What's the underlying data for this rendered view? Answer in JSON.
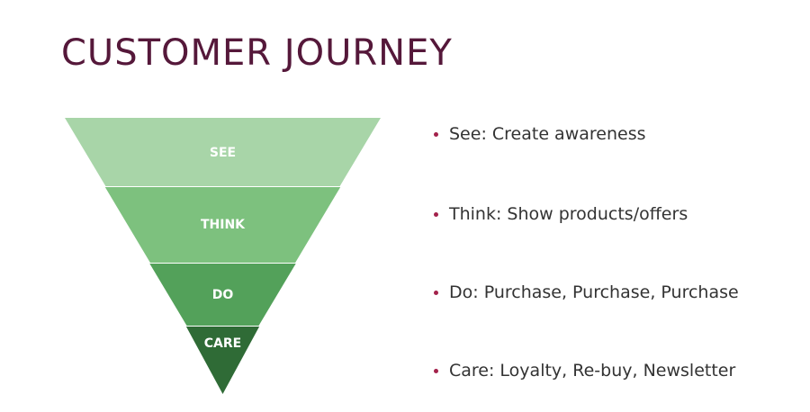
{
  "title": "CUSTOMER JOURNEY",
  "funnel": {
    "stages": [
      {
        "label": "SEE",
        "color": "#a8d5a8"
      },
      {
        "label": "THINK",
        "color": "#7dc17e"
      },
      {
        "label": "DO",
        "color": "#53a15a"
      },
      {
        "label": "CARE",
        "color": "#2f6b36"
      }
    ]
  },
  "bullets": [
    "See: Create awareness",
    "Think: Show products/offers",
    "Do: Purchase, Purchase, Purchase",
    "Care: Loyalty, Re-buy, Newsletter"
  ],
  "colors": {
    "title": "#55183a",
    "bullet_dot": "#a3224b",
    "bullet_text": "#333333"
  }
}
